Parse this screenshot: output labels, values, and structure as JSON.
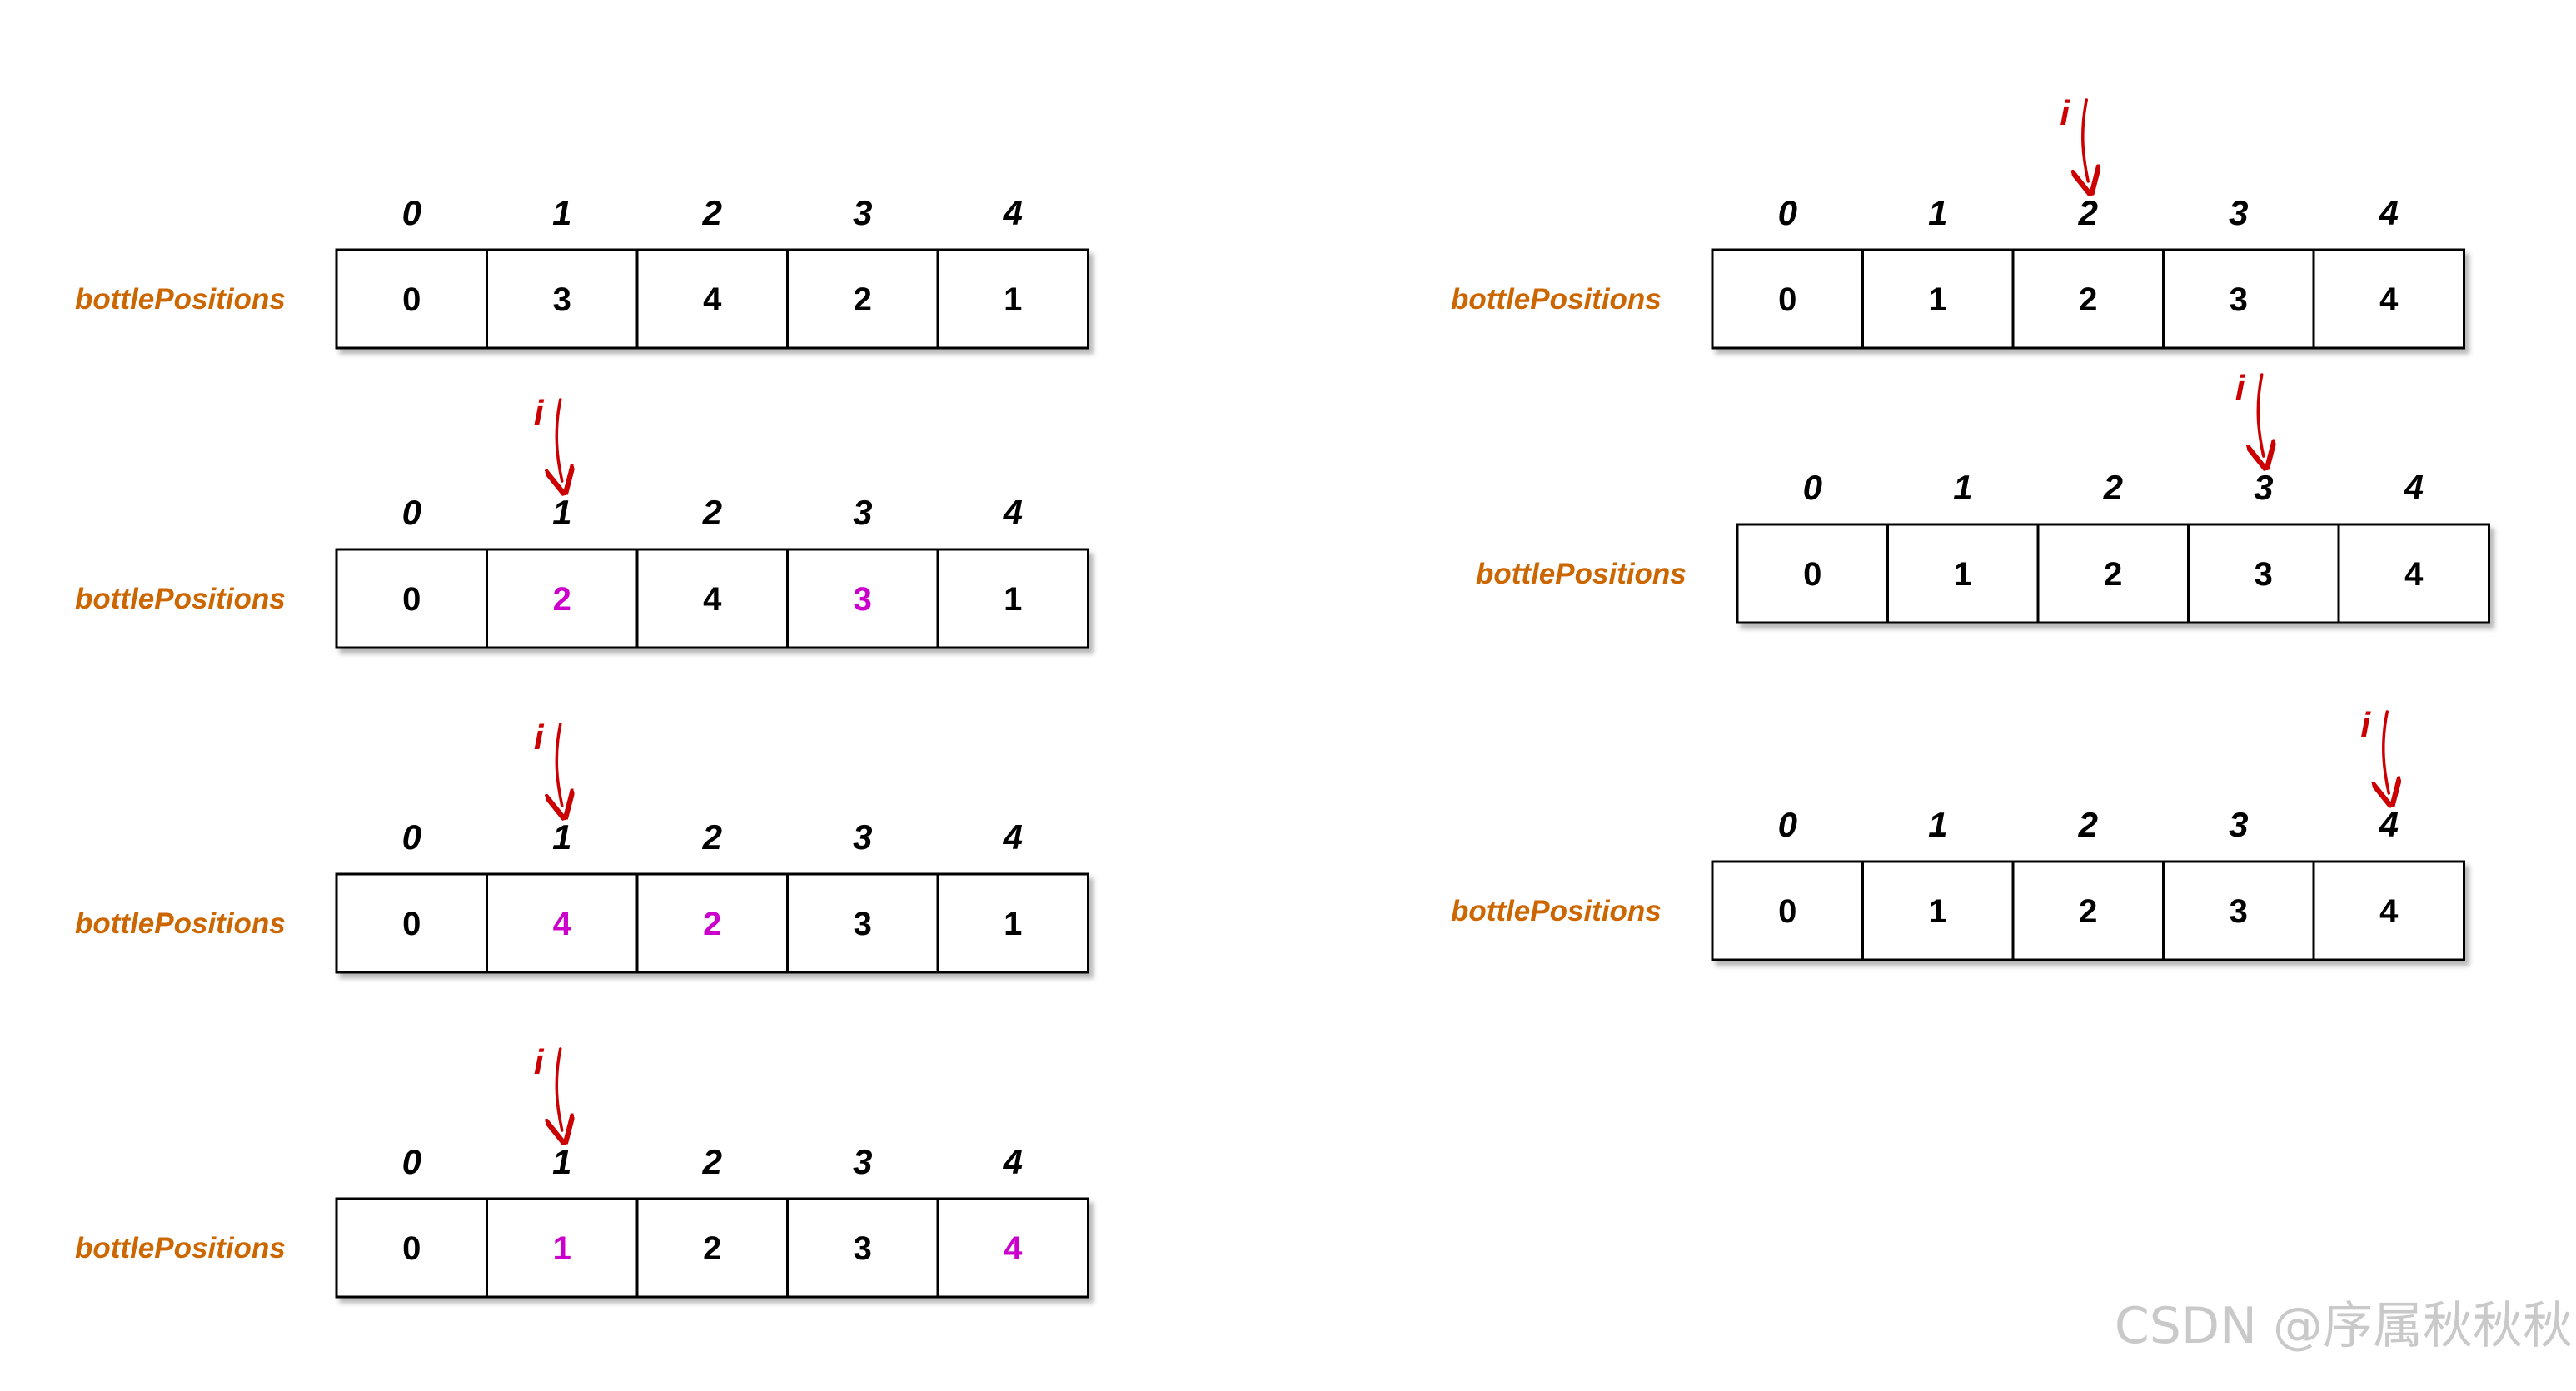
{
  "colors": {
    "label": "#cc6600",
    "cell_text": "#000000",
    "highlight": "#cc00cc",
    "index_text": "#000000",
    "pointer": "#cc0000",
    "border": "#000000"
  },
  "pointer_label": "i",
  "watermark": "CSDN @序属秋秋秋",
  "panels": [
    {
      "label": "bottlePositions",
      "indices": [
        "0",
        "1",
        "2",
        "3",
        "4"
      ],
      "cells": [
        "0",
        "3",
        "4",
        "2",
        "1"
      ],
      "highlight": [],
      "pointer": null
    },
    {
      "label": "bottlePositions",
      "indices": [
        "0",
        "1",
        "2",
        "3",
        "4"
      ],
      "cells": [
        "0",
        "2",
        "4",
        "3",
        "1"
      ],
      "highlight": [
        1,
        3
      ],
      "pointer": 1
    },
    {
      "label": "bottlePositions",
      "indices": [
        "0",
        "1",
        "2",
        "3",
        "4"
      ],
      "cells": [
        "0",
        "4",
        "2",
        "3",
        "1"
      ],
      "highlight": [
        1,
        2
      ],
      "pointer": 1
    },
    {
      "label": "bottlePositions",
      "indices": [
        "0",
        "1",
        "2",
        "3",
        "4"
      ],
      "cells": [
        "0",
        "1",
        "2",
        "3",
        "4"
      ],
      "highlight": [
        1,
        4
      ],
      "pointer": 1
    },
    {
      "label": "bottlePositions",
      "indices": [
        "0",
        "1",
        "2",
        "3",
        "4"
      ],
      "cells": [
        "0",
        "1",
        "2",
        "3",
        "4"
      ],
      "highlight": [],
      "pointer": 2
    },
    {
      "label": "bottlePositions",
      "indices": [
        "0",
        "1",
        "2",
        "3",
        "4"
      ],
      "cells": [
        "0",
        "1",
        "2",
        "3",
        "4"
      ],
      "highlight": [],
      "pointer": 3
    },
    {
      "label": "bottlePositions",
      "indices": [
        "0",
        "1",
        "2",
        "3",
        "4"
      ],
      "cells": [
        "0",
        "1",
        "2",
        "3",
        "4"
      ],
      "highlight": [],
      "pointer": 4
    }
  ]
}
